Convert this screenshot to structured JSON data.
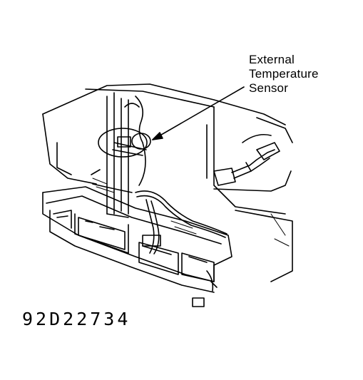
{
  "callout": {
    "line1": "External",
    "line2": "Temperature",
    "line3": "Sensor"
  },
  "figure_id": "92D22734"
}
